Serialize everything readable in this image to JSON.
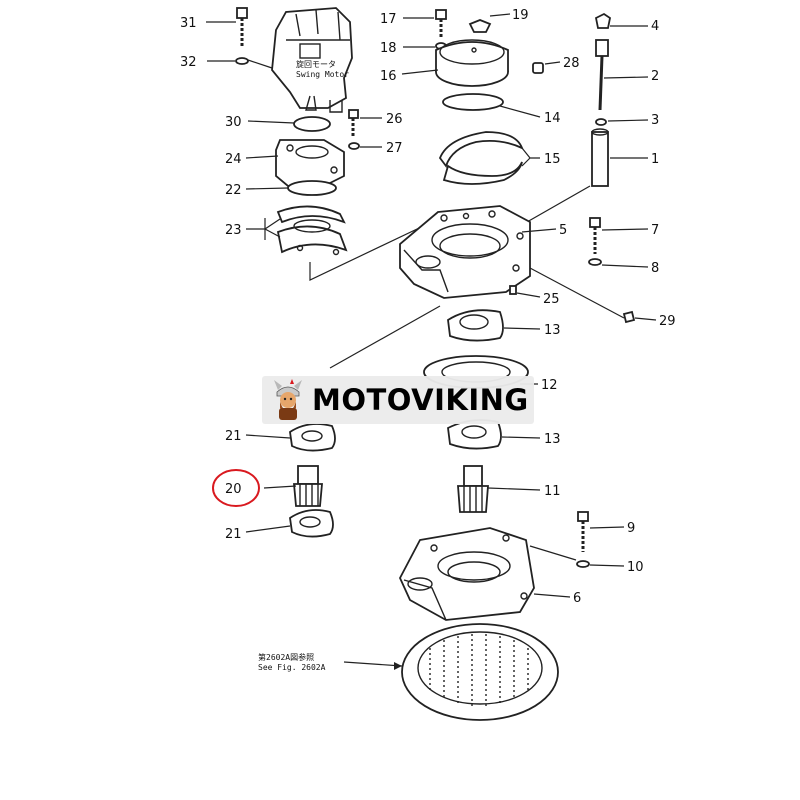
{
  "diagram": {
    "highlight_color": "#d9191f",
    "callouts": [
      {
        "id": "31",
        "text": "31"
      },
      {
        "id": "32",
        "text": "32"
      },
      {
        "id": "30",
        "text": "30"
      },
      {
        "id": "24",
        "text": "24"
      },
      {
        "id": "22",
        "text": "22"
      },
      {
        "id": "23",
        "text": "23"
      },
      {
        "id": "26",
        "text": "26"
      },
      {
        "id": "27",
        "text": "27"
      },
      {
        "id": "17",
        "text": "17"
      },
      {
        "id": "18",
        "text": "18"
      },
      {
        "id": "19",
        "text": "19"
      },
      {
        "id": "16",
        "text": "16"
      },
      {
        "id": "28",
        "text": "28"
      },
      {
        "id": "14",
        "text": "14"
      },
      {
        "id": "15",
        "text": "15"
      },
      {
        "id": "4",
        "text": "4"
      },
      {
        "id": "2",
        "text": "2"
      },
      {
        "id": "3",
        "text": "3"
      },
      {
        "id": "1",
        "text": "1"
      },
      {
        "id": "5",
        "text": "5"
      },
      {
        "id": "7",
        "text": "7"
      },
      {
        "id": "8",
        "text": "8"
      },
      {
        "id": "25",
        "text": "25"
      },
      {
        "id": "29",
        "text": "29"
      },
      {
        "id": "13a",
        "text": "13"
      },
      {
        "id": "12",
        "text": "12"
      },
      {
        "id": "21a",
        "text": "21"
      },
      {
        "id": "13b",
        "text": "13"
      },
      {
        "id": "20",
        "text": "20"
      },
      {
        "id": "11",
        "text": "11"
      },
      {
        "id": "21b",
        "text": "21"
      },
      {
        "id": "9",
        "text": "9"
      },
      {
        "id": "10",
        "text": "10"
      },
      {
        "id": "6",
        "text": "6"
      }
    ],
    "motor_label_jp": "旋回モータ",
    "motor_label_en": "Swing Motor",
    "ref_note_jp": "第2602A図参照",
    "ref_note_en": "See Fig. 2602A"
  },
  "watermark": {
    "brand": "MOTOVIKING",
    "logo_icon": "viking-mascot-icon"
  }
}
